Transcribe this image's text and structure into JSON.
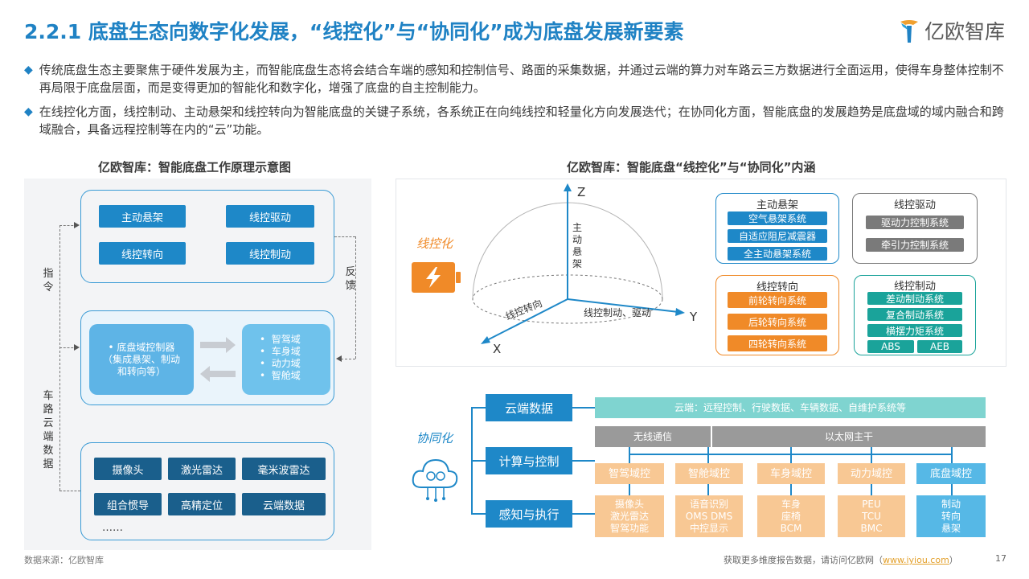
{
  "header": {
    "title": "2.2.1 底盘生态向数字化发展，“线控化”与“协同化”成为底盘发展新要素",
    "logo_text": "亿欧智库"
  },
  "bullets": [
    "传统底盘生态主要聚焦于硬件发展为主，而智能底盘生态将会结合车端的感知和控制信号、路面的采集数据，并通过云端的算力对车路云三方数据进行全面运用，使得车身整体控制不再局限于底盘层面，而是变得更加的智能化和数字化，增强了底盘的自主控制能力。",
    "在线控化方面，线控制动、主动悬架和线控转向为智能底盘的关键子系统，各系统正在向纯线控和轻量化方向发展迭代；在协同化方面，智能底盘的发展趋势是底盘域的域内融合和跨域融合，具备远程控制等在内的“云”功能。"
  ],
  "left_diagram": {
    "caption": "亿欧智库：智能底盘工作原理示意图",
    "top_buttons": [
      "主动悬架",
      "线控驱动",
      "线控转向",
      "线控制动"
    ],
    "label_command": "指令",
    "label_feedback": "反馈",
    "label_vehicle_road_cloud": "车路云端数据",
    "controller": "• 底盘域控制器\n（集成悬架、制动\n和转向等）",
    "domains": [
      "智驾域",
      "车身域",
      "动力域",
      "智舱域"
    ],
    "sensor_buttons": [
      "摄像头",
      "激光雷达",
      "毫米波雷达",
      "组合惯导",
      "高精定位",
      "云端数据"
    ],
    "ellipsis": "……"
  },
  "right_upper": {
    "caption": "亿欧智库：智能底盘“线控化”与“协同化”内涵",
    "label_wire": "线控化",
    "axis_z": "Z",
    "axis_y": "Y",
    "axis_x": "X",
    "axis_z_text": "主动悬架",
    "axis_x_text": "线控转向",
    "axis_y_text": "线控制动、驱动",
    "groups": {
      "active_suspension": {
        "title": "主动悬架",
        "items": [
          "空气悬架系统",
          "自适应阻尼减震器",
          "全主动悬架系统"
        ]
      },
      "wire_drive": {
        "title": "线控驱动",
        "items": [
          "驱动力控制系统",
          "牵引力控制系统"
        ]
      },
      "wire_steer": {
        "title": "线控转向",
        "items": [
          "前轮转向系统",
          "后轮转向系统",
          "四轮转向系统"
        ]
      },
      "wire_brake": {
        "title": "线控制动",
        "items": [
          "差动制动系统",
          "复合制动系统",
          "横摆力矩系统"
        ],
        "extra": [
          "ABS",
          "AEB"
        ]
      }
    }
  },
  "right_lower": {
    "label_sync": "协同化",
    "row_labels": [
      "云端数据",
      "计算与控制",
      "感知与执行"
    ],
    "cloud_text": "云端：远程控制、行驶数据、车辆数据、自维护系统等",
    "wireless": "无线通信",
    "ethernet": "以太网主干",
    "domains": [
      "智驾域控",
      "智舱域控",
      "车身域控",
      "动力域控",
      "底盘域控"
    ],
    "executors": [
      "摄像头\n激光雷达\n智驾功能",
      "语音识别\nOMS DMS\n中控显示",
      "车身\n座椅\nBCM",
      "PEU\nTCU\nBMC",
      "制动\n转向\n悬架"
    ]
  },
  "footer": {
    "source": "数据来源：亿欧智库",
    "note": "获取更多维度报告数据，请访问亿欧网（",
    "link": "www.iyiou.com",
    "note_end": "）",
    "page": "17"
  },
  "colors": {
    "title_blue": "#1f82c4",
    "button_blue": "#1e88c8",
    "button_navy": "#1a5f8c",
    "orange": "#f08a28",
    "green_teal": "#1aa39a",
    "gray": "#7a7a7a",
    "light_orange": "#f8c894",
    "cloud_teal": "#7fd4d0"
  }
}
